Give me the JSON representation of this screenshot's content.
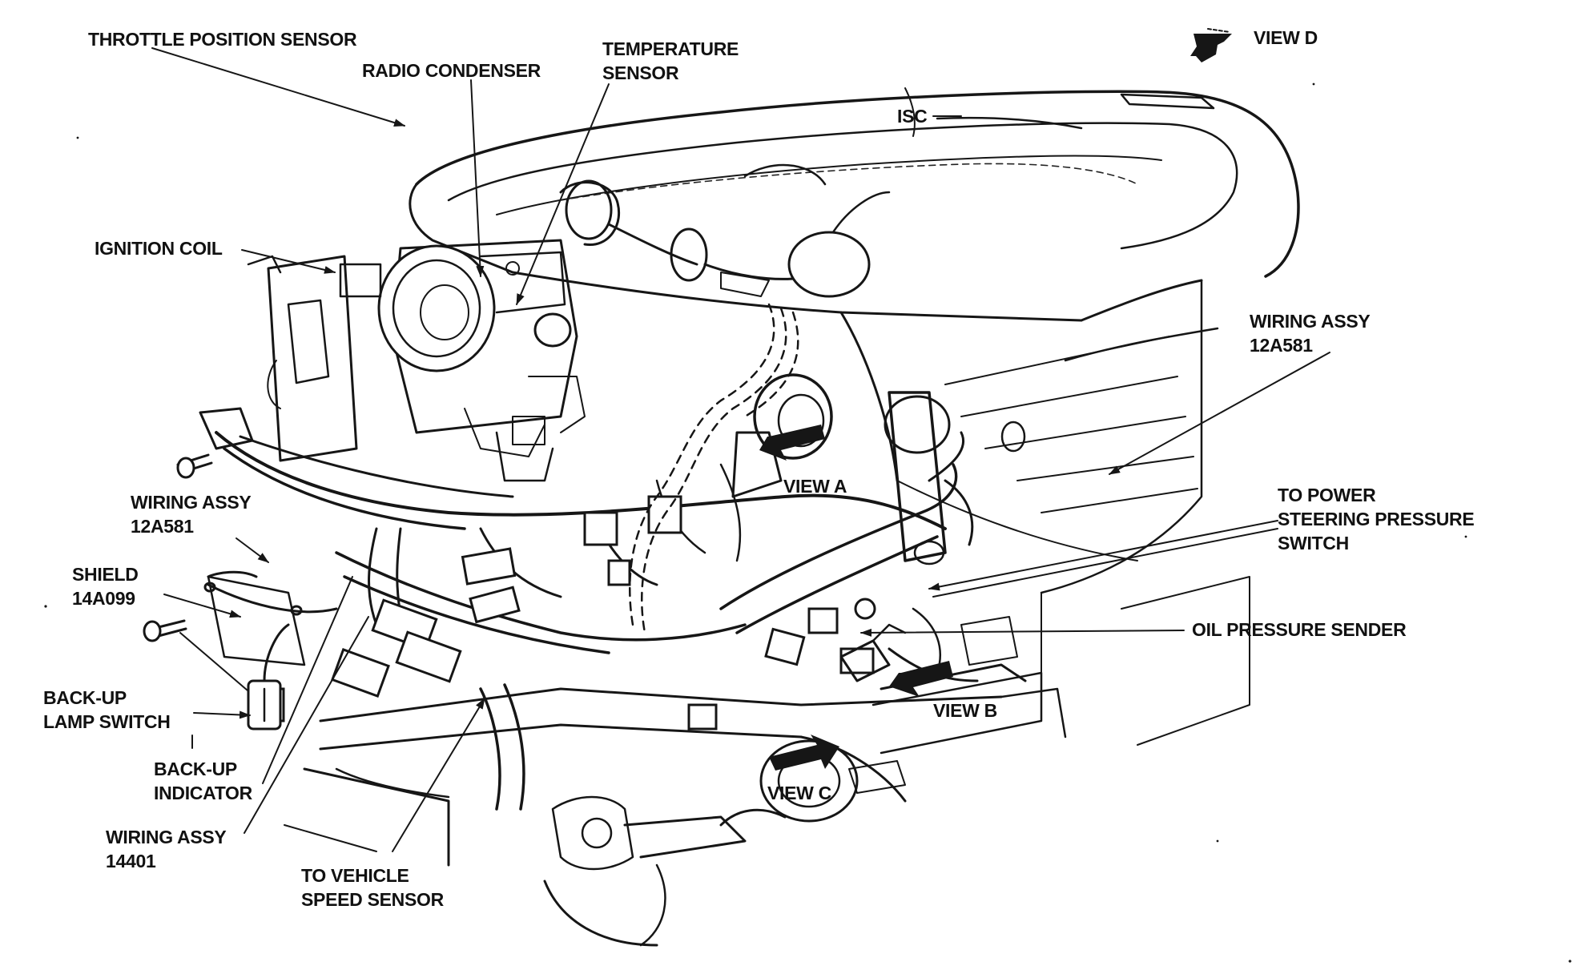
{
  "labels": {
    "throttle_position_sensor": "THROTTLE POSITION SENSOR",
    "radio_condenser": "RADIO CONDENSER",
    "temperature_sensor": "TEMPERATURE\nSENSOR",
    "view_d": "VIEW D",
    "isc": "ISC",
    "ignition_coil": "IGNITION COIL",
    "wiring_assy_right": "WIRING ASSY\n12A581",
    "view_a": "VIEW A",
    "wiring_assy_left": "WIRING ASSY\n12A581",
    "to_power_steering": "TO POWER\nSTEERING PRESSURE\nSWITCH",
    "shield": "SHIELD\n14A099",
    "oil_pressure_sender": "OIL PRESSURE SENDER",
    "back_up_lamp_switch": "BACK-UP\nLAMP SWITCH",
    "view_b": "VIEW B",
    "back_up_indicator": "BACK-UP\nINDICATOR",
    "view_c": "VIEW C",
    "wiring_assy_14401": "WIRING ASSY\n14401",
    "to_vehicle_speed_sensor": "TO VEHICLE\nSPEED SENSOR"
  },
  "icons": {
    "view_arrow": "view-direction-arrow-icon",
    "bolt": "bolt-icon"
  }
}
